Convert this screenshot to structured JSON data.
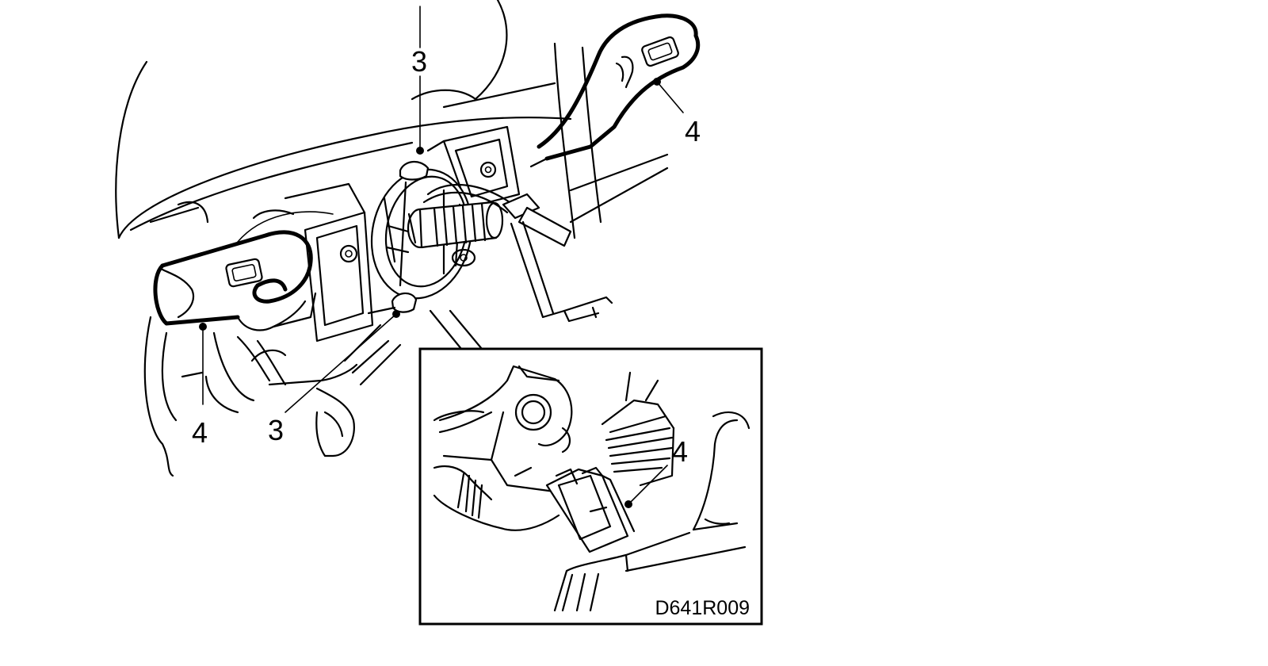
{
  "callouts": {
    "c1": "3",
    "c2": "4",
    "c3": "4",
    "c4": "3",
    "c5": "4"
  },
  "figure_code": "D641R009"
}
